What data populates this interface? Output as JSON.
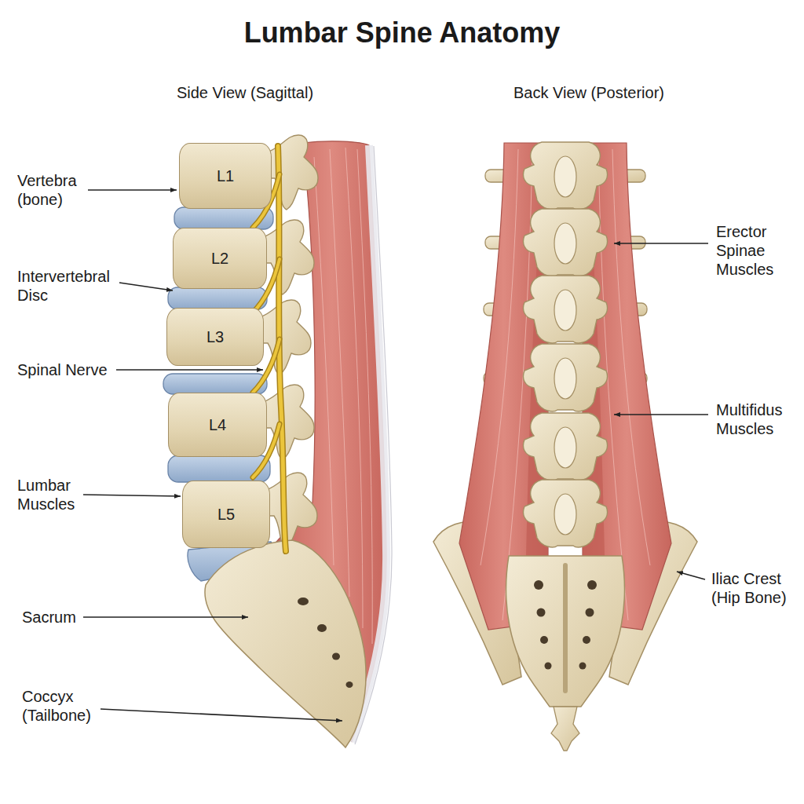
{
  "diagram": {
    "title": "Lumbar Spine Anatomy",
    "nodes": [
      {
        "text": [
          "L1"
        ]
      },
      {
        "text": [
          "L2"
        ]
      },
      {
        "text": [
          "L3"
        ]
      },
      {
        "text": [
          "L4"
        ]
      },
      {
        "text": [
          "L5"
        ]
      }
    ],
    "labels": [
      "Side View (Sagittal)",
      "Back View (Posterior)",
      "Vertebra (bone)",
      "Erector Spinae Muscles",
      "Intervertebral Disc",
      "Spinal Nerve",
      "Multifidus Muscles",
      "Lumbar Muscles",
      "Iliac Crest (Hip Bone)",
      "Sacrum",
      "Coccyx (Tailbone)"
    ]
  }
}
